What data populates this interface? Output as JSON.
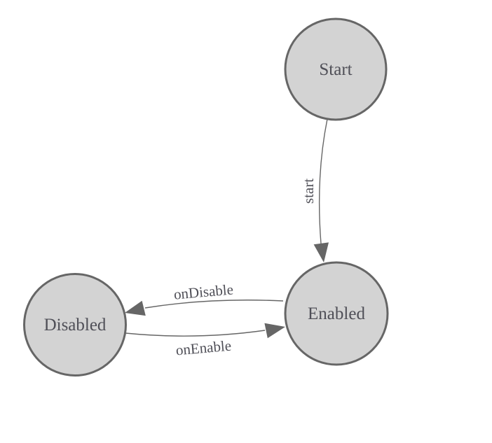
{
  "diagram": {
    "type": "state-machine",
    "colors": {
      "background": "#ffffff",
      "node_fill": "#d3d3d3",
      "node_stroke": "#666666",
      "edge_stroke": "#666666",
      "arrow_fill": "#666666",
      "text": "#4f4f57"
    },
    "nodes": [
      {
        "id": "start",
        "label": "Start"
      },
      {
        "id": "enabled",
        "label": "Enabled"
      },
      {
        "id": "disabled",
        "label": "Disabled"
      }
    ],
    "edges": [
      {
        "from": "Start",
        "to": "Enabled",
        "label": "start"
      },
      {
        "from": "Enabled",
        "to": "Disabled",
        "label": "onDisable"
      },
      {
        "from": "Disabled",
        "to": "Enabled",
        "label": "onEnable"
      }
    ]
  }
}
